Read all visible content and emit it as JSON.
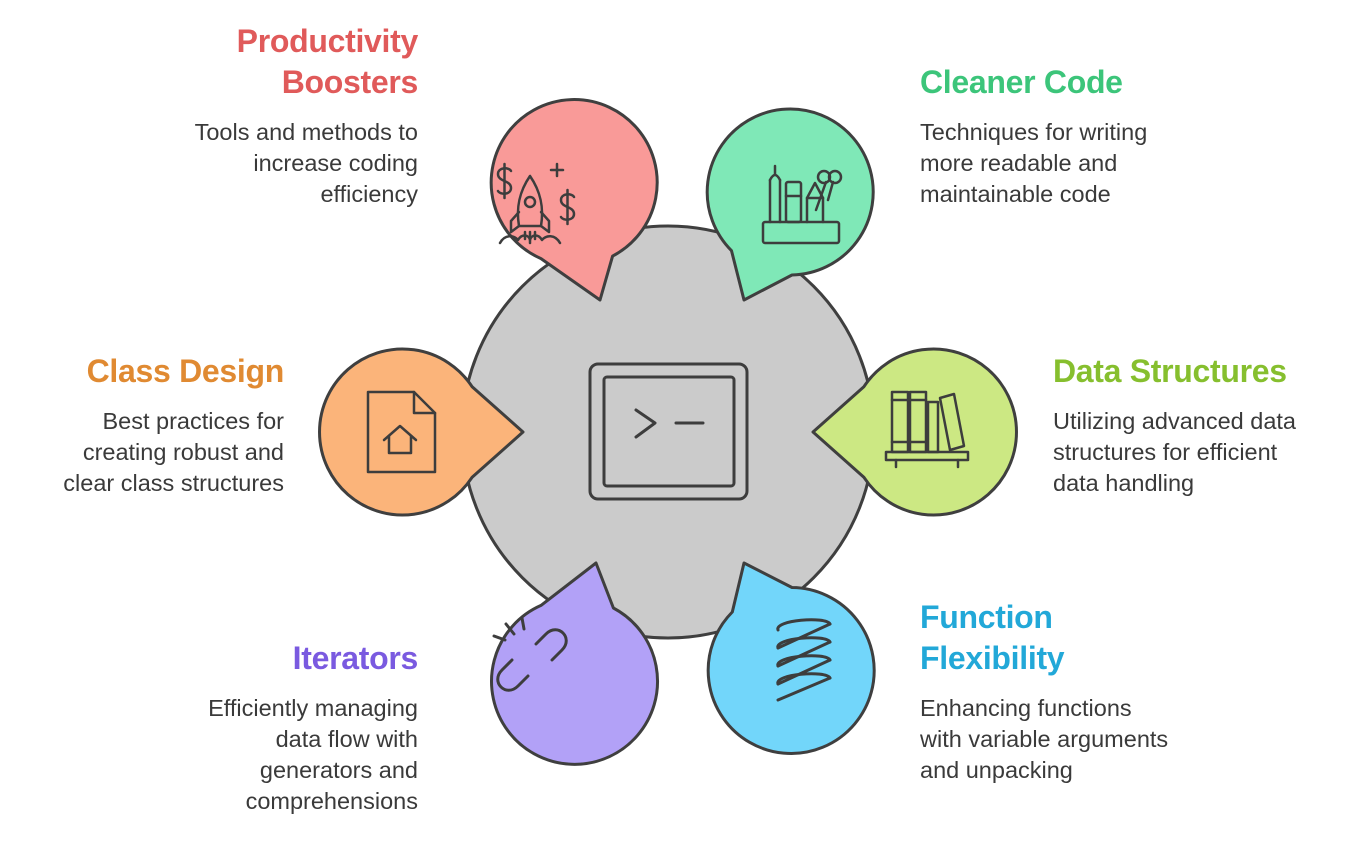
{
  "items": [
    {
      "key": "productivity",
      "title_lines": [
        "Productivity",
        "Boosters"
      ],
      "desc_lines": [
        "Tools and methods to",
        "increase coding",
        "efficiency"
      ],
      "color": "#e05a5a",
      "fill": "#f99a98",
      "icon": "rocket-money-icon"
    },
    {
      "key": "cleaner",
      "title_lines": [
        "Cleaner Code"
      ],
      "desc_lines": [
        "Techniques for writing",
        "more readable and",
        "maintainable code"
      ],
      "color": "#3cc57a",
      "fill": "#7fe8b7",
      "icon": "stationery-holder-icon"
    },
    {
      "key": "class",
      "title_lines": [
        "Class Design"
      ],
      "desc_lines": [
        "Best practices for",
        "creating robust and",
        "clear class structures"
      ],
      "color": "#e08a32",
      "fill": "#fbb47a",
      "icon": "file-home-icon"
    },
    {
      "key": "data",
      "title_lines": [
        "Data Structures"
      ],
      "desc_lines": [
        "Utilizing advanced data",
        "structures for efficient",
        "data handling"
      ],
      "color": "#86bf2e",
      "fill": "#cce883",
      "icon": "bookshelf-icon"
    },
    {
      "key": "iterators",
      "title_lines": [
        "Iterators"
      ],
      "desc_lines": [
        "Efficiently managing",
        "data flow with",
        "generators and",
        "comprehensions"
      ],
      "color": "#7a5ae0",
      "fill": "#b2a1f7",
      "icon": "broken-link-icon"
    },
    {
      "key": "function",
      "title_lines": [
        "Function",
        "Flexibility"
      ],
      "desc_lines": [
        "Enhancing functions",
        "with variable arguments",
        "and unpacking"
      ],
      "color": "#22a8d8",
      "fill": "#72d6fa",
      "icon": "spring-icon"
    }
  ],
  "center": {
    "fill": "#cbcbcb",
    "stroke": "#3f3f3f",
    "icon": "terminal-icon"
  }
}
